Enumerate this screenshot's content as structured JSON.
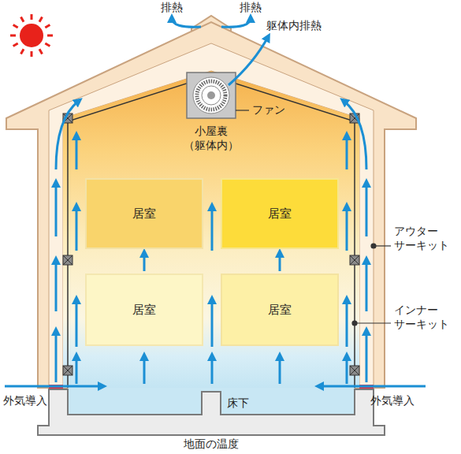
{
  "diagram": {
    "nodes": [
      {
        "text": [
          "居室"
        ]
      },
      {
        "text": [
          "居室"
        ]
      },
      {
        "text": [
          "居室"
        ]
      },
      {
        "text": [
          "居室"
        ]
      }
    ],
    "labels": [
      "排熱",
      "排熱",
      "躯体内排熱",
      "ファン",
      "小屋裏 （躯体内）",
      "アウター サーキット",
      "インナー サーキット",
      "外気導入",
      "床下",
      "外気導入",
      "地面の温度"
    ]
  }
}
